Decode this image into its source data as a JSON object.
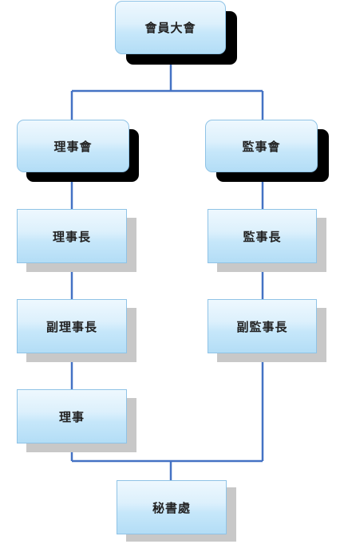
{
  "diagram": {
    "type": "organization-chart",
    "colors": {
      "connector": "#4472c4",
      "box_border": "#8fc3e6",
      "box_fill_top": "#eef8fe",
      "box_fill_bottom": "#b3ddf6",
      "shadow_dark": "#000000",
      "shadow_light": "#c8c8c8"
    },
    "nodes": {
      "general_assembly": "會員大會",
      "board_of_directors": "理事會",
      "board_of_supervisors": "監事會",
      "chairman": "理事長",
      "chief_supervisor": "監事長",
      "vice_chairman": "副理事長",
      "vice_chief_supervisor": "副監事長",
      "director": "理事",
      "secretariat": "秘書處"
    },
    "edges": [
      [
        "會員大會",
        "理事會"
      ],
      [
        "會員大會",
        "監事會"
      ],
      [
        "理事會",
        "理事長"
      ],
      [
        "理事長",
        "副理事長"
      ],
      [
        "副理事長",
        "理事"
      ],
      [
        "監事會",
        "監事長"
      ],
      [
        "監事長",
        "副監事長"
      ],
      [
        "理事",
        "秘書處"
      ],
      [
        "副監事長",
        "秘書處"
      ]
    ]
  }
}
